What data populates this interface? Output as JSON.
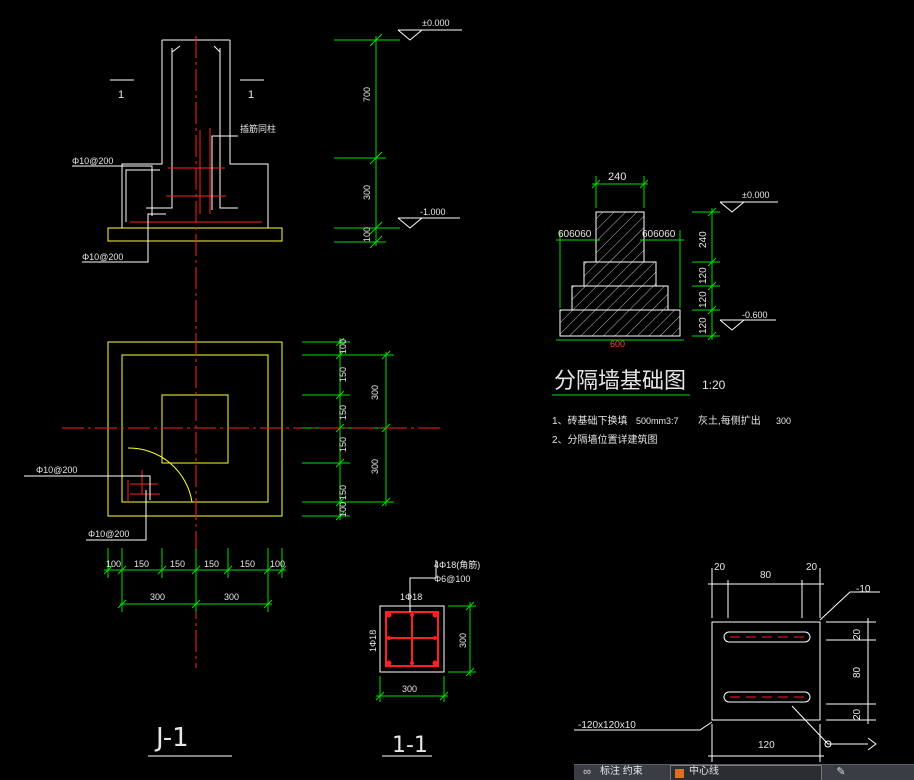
{
  "colors": {
    "outline": "#ffffff",
    "concrete": "#ffff33",
    "dimension": "#00dd00",
    "centerline": "#ff2020",
    "rebar": "#ff2020",
    "hatch": "#b8b8b8",
    "text": "#e6e6e6",
    "steel": "#ffffff"
  },
  "footing": {
    "section_mark_left": "1",
    "section_mark_right": "1",
    "label_top_rebar": "Φ10@200",
    "label_bottom_rebar": "Φ10@200",
    "label_column_rebar": "插筋同柱",
    "elev_top": "±0.000",
    "elev_bottom": "-1.000",
    "dim_v": [
      "700",
      "300",
      "100"
    ],
    "plan_label_rebar1": "Φ10@200",
    "plan_label_rebar2": "Φ10@200",
    "plan_dims_h": [
      "100",
      "150",
      "150",
      "150",
      "150",
      "100"
    ],
    "plan_dims_h_total": [
      "300",
      "300"
    ],
    "plan_dims_v": [
      "100",
      "150",
      "150",
      "150",
      "150",
      "100"
    ],
    "plan_dims_v_total": [
      "300",
      "300"
    ],
    "title": "J-1"
  },
  "section11": {
    "label_main": "4Φ18(角筋)",
    "label_stirrup": "Φ6@100",
    "label_top": "1Φ18",
    "label_side": "1Φ18",
    "dim_w": "300",
    "dim_h": "300",
    "title": "1-1"
  },
  "partition": {
    "dim_top": "240",
    "dim_left": "606060",
    "dim_right": "606060",
    "dim_bottom": "600",
    "elev_top": "±0.000",
    "elev_bottom": "-0.600",
    "dim_v": [
      "240",
      "120",
      "120",
      "120"
    ],
    "title": "分隔墙基础图",
    "scale": "1:20",
    "note1_a": "1、砖基础下换填",
    "note1_b": "500mm3:7",
    "note1_c": "灰土,每侧扩出",
    "note1_d": "300",
    "note2": "2、分隔墙位置详建筑图"
  },
  "plate": {
    "dim_top": [
      "20",
      "80",
      "20"
    ],
    "dim_right": [
      "20",
      "80",
      "20"
    ],
    "dim_bottom": "120",
    "label_thick": "-10",
    "label_angle": "-120x120x10"
  },
  "statusbar": {
    "text1": "标注 约束",
    "text2": "中心线"
  }
}
